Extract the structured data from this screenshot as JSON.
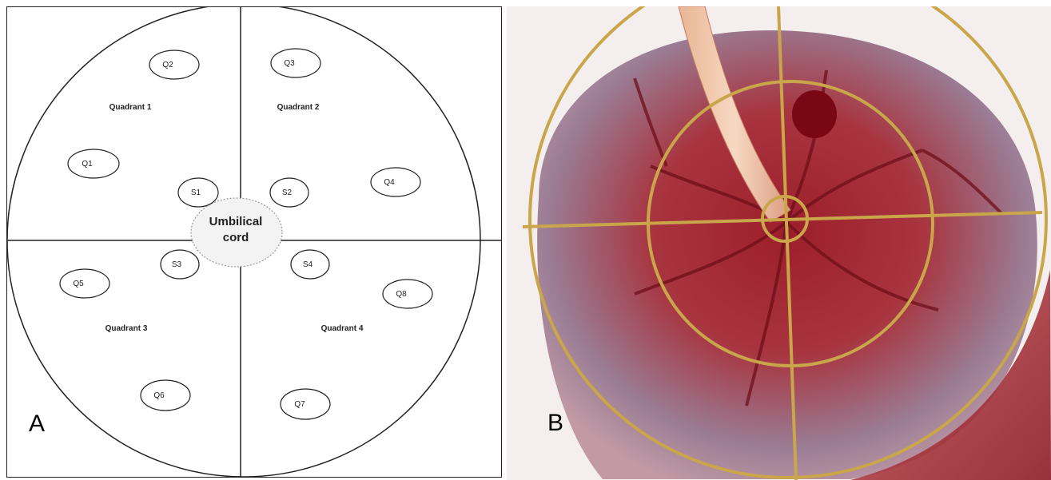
{
  "panel_a": {
    "label": "A",
    "umbilical_cord": {
      "line1": "Umbilical",
      "line2": "cord"
    },
    "quadrants": [
      {
        "label": "Quadrant 1"
      },
      {
        "label": "Quadrant 2"
      },
      {
        "label": "Quadrant 3"
      },
      {
        "label": "Quadrant 4"
      }
    ],
    "samples": [
      {
        "label": "Q1"
      },
      {
        "label": "Q2"
      },
      {
        "label": "Q3"
      },
      {
        "label": "Q4"
      },
      {
        "label": "Q5"
      },
      {
        "label": "Q6"
      },
      {
        "label": "Q7"
      },
      {
        "label": "Q8"
      },
      {
        "label": "S1"
      },
      {
        "label": "S2"
      },
      {
        "label": "S3"
      },
      {
        "label": "S4"
      }
    ]
  },
  "panel_b": {
    "label": "B"
  },
  "colors": {
    "line": "#222222",
    "cord_border": "#9a9a9a",
    "cord_fill": "#f3f3f3",
    "tissue": "#b0303a",
    "tissue_grey": "#8a8ea8",
    "wire": "#c9a64a",
    "cord_photo": "#f0c9a8"
  }
}
